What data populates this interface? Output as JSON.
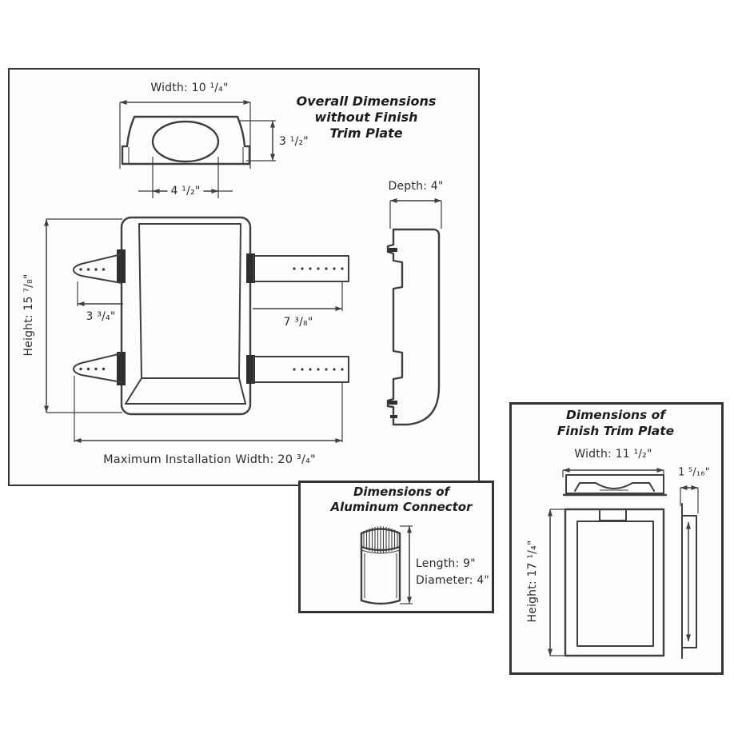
{
  "page": {
    "background": "#ffffff",
    "panel_background": "#fdfdfd",
    "line_color": "#3f3f3f",
    "text_color": "#2b2b2b"
  },
  "main_panel": {
    "title_lines": [
      "Overall Dimensions",
      "without Finish",
      "Trim Plate"
    ],
    "top_view": {
      "width_label": "Width: 10 ¹/₄\"",
      "depth_height_label": "3 ¹/₂\"",
      "opening_width_label": "4 ¹/₂\""
    },
    "side_view": {
      "depth_label": "Depth: 4\""
    },
    "front_view": {
      "height_label": "Height: 15 ⁷/₈\"",
      "left_bracket_label": "3 ³/₄\"",
      "right_bracket_label": "7 ³/₈\"",
      "max_install_width_label": "Maximum Installation Width: 20 ³/₄\""
    }
  },
  "connector_panel": {
    "title_lines": [
      "Dimensions of",
      "Aluminum Connector"
    ],
    "length_label": "Length: 9\"",
    "diameter_label": "Diameter: 4\""
  },
  "trim_panel": {
    "title_lines": [
      "Dimensions of",
      "Finish Trim Plate"
    ],
    "width_label": "Width: 11 ¹/₂\"",
    "thickness_label": "1 ⁵/₁₆\"",
    "height_label": "Height: 17 ¹/₄\""
  }
}
